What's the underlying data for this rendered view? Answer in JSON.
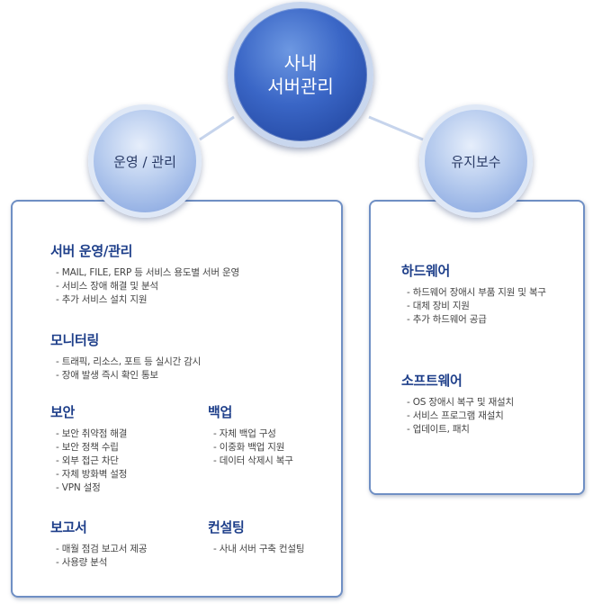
{
  "center": {
    "line1": "사내",
    "line2": "서버관리"
  },
  "nodes": {
    "operations": "운영 / 관리",
    "maintenance": "유지보수"
  },
  "left_panel": {
    "server_ops": {
      "title": "서버 운영/관리",
      "items": [
        "MAIL, FILE, ERP 등 서비스 용도별 서버 운영",
        "서비스 장애 해결 및 분석",
        "추가 서비스 설치 지원"
      ]
    },
    "monitoring": {
      "title": "모니터링",
      "items": [
        "트래픽, 리소스, 포트 등 실시간 감시",
        "장애 발생 즉시 확인 통보"
      ]
    },
    "security": {
      "title": "보안",
      "items": [
        "보안 취약점 해결",
        "보안 정책 수립",
        "외부 접근 차단",
        "자체 방화벽 설정",
        "VPN 설정"
      ]
    },
    "backup": {
      "title": "백업",
      "items": [
        "자체 백업 구성",
        "이중화 백업 지원",
        "데이터 삭제시 복구"
      ]
    },
    "report": {
      "title": "보고서",
      "items": [
        "매월 점검 보고서 제공",
        "사용량 분석"
      ]
    },
    "consulting": {
      "title": "컨설팅",
      "items": [
        "사내 서버 구축 컨설팅"
      ]
    }
  },
  "right_panel": {
    "hardware": {
      "title": "하드웨어",
      "items": [
        "하드웨어 장애시 부품 지원 및 복구",
        "대체 장비 지원",
        "추가 하드웨어 공급"
      ]
    },
    "software": {
      "title": "소프트웨어",
      "items": [
        "OS 장애시 복구 및 재설치",
        "서비스 프로그램 재설치",
        "업데이트, 패치"
      ]
    }
  }
}
